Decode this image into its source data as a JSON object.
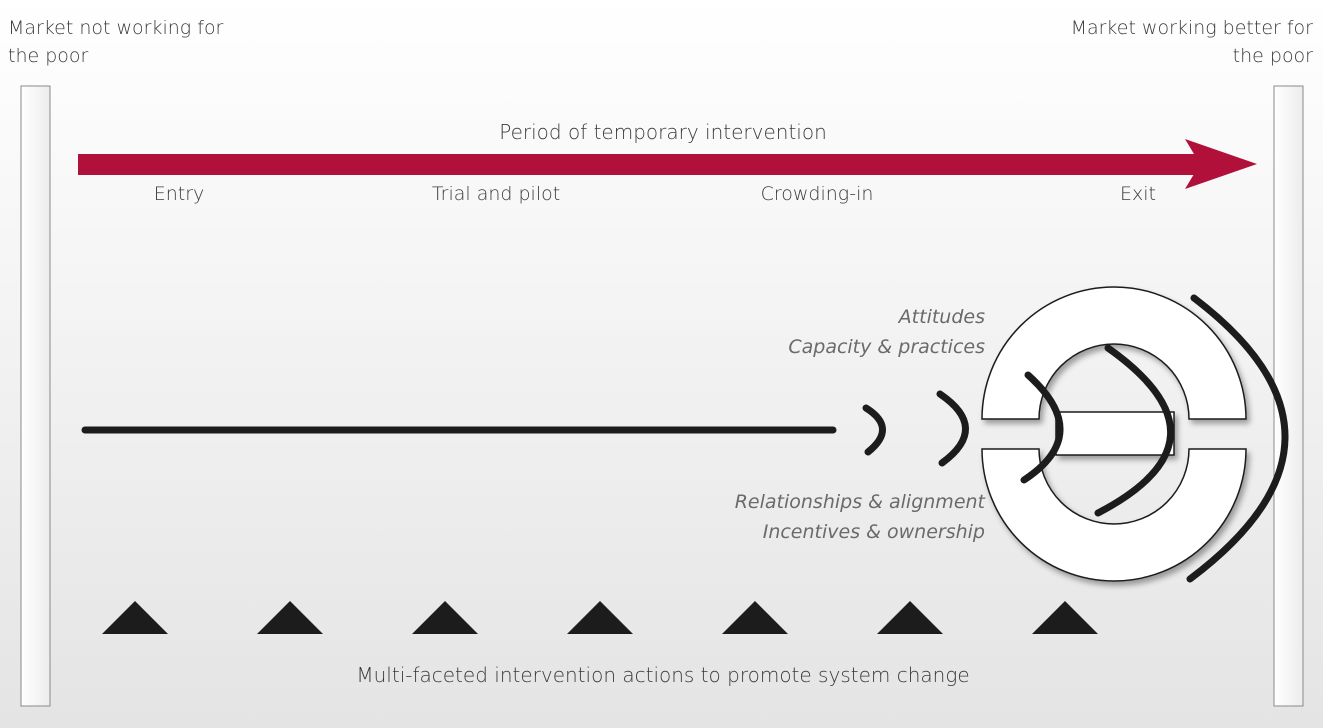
{
  "left_pole": {
    "label": "Market not working for the poor"
  },
  "right_pole": {
    "label": "Market working better for the poor"
  },
  "timeline": {
    "title": "Period of temporary intervention",
    "stages": [
      "Entry",
      "Trial and pilot",
      "Crowding-in",
      "Exit"
    ],
    "arrow_color": "#b0103a"
  },
  "system_labels": {
    "top": [
      "Attitudes",
      "Capacity & practices"
    ],
    "bottom": [
      "Relationships & alignment",
      "Incentives & ownership"
    ]
  },
  "footer": "Multi-faceted intervention actions to promote system change",
  "intervention_actions_count": 7
}
